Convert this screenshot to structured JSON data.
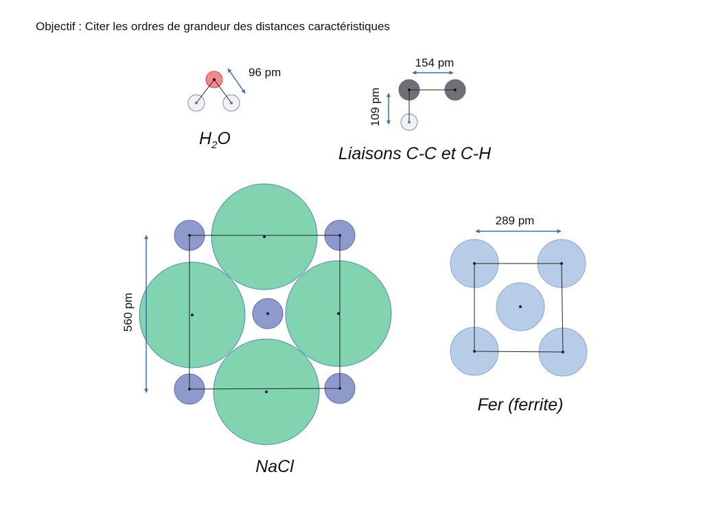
{
  "title": "Objectif : Citer les ordres de grandeur des distances caractéristiques",
  "h2o": {
    "distance": "96 pm",
    "label_main": "H",
    "label_sub": "2",
    "label_end": "O"
  },
  "ch": {
    "cc_distance": "154 pm",
    "ch_distance": "109 pm",
    "label": "Liaisons C-C et C-H"
  },
  "nacl": {
    "distance": "560 pm",
    "label": "NaCl"
  },
  "fer": {
    "distance": "289 pm",
    "label": "Fer (ferrite)"
  },
  "colors": {
    "oxygen": "#f08a8f",
    "hydrogen": "#f2f2f2",
    "carbon": "#707070",
    "chlorine": "#82d3b0",
    "sodium": "#8d9acb",
    "iron": "#b7cce6",
    "arrow": "#3d6eb0"
  }
}
